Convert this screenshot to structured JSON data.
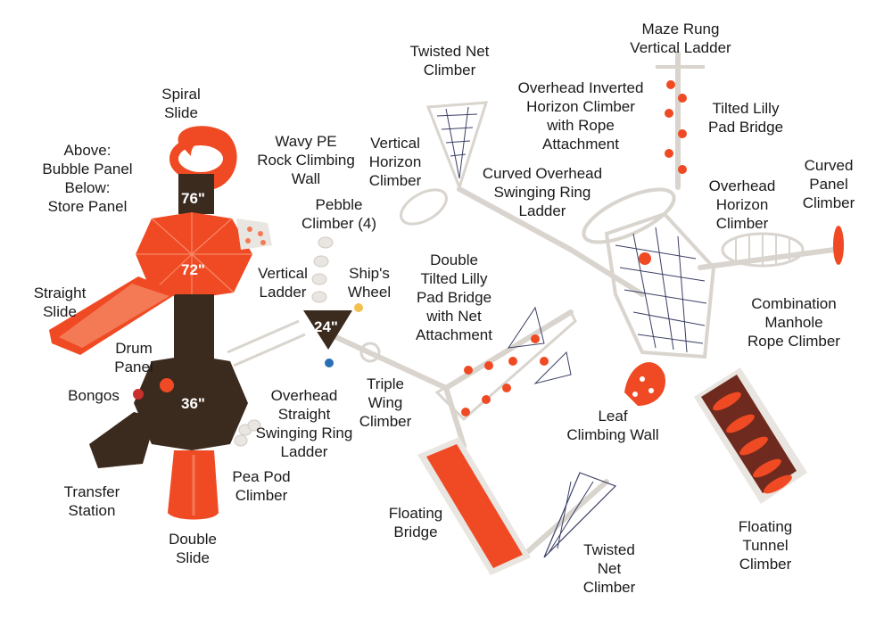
{
  "colors": {
    "orange": "#ef4a23",
    "orange_light": "#f47a55",
    "deck_brown": "#3b2a1e",
    "frame_white": "#e9e5e0",
    "net_navy": "#3a3f63"
  },
  "deck_heights": {
    "spiral_deck": "76\"",
    "roof_deck": "72\"",
    "small_deck": "24\"",
    "lower_deck": "36\""
  },
  "labels": {
    "spiral_slide": "Spiral\nSlide",
    "bubble_store_panel": "Above:\nBubble Panel\nBelow:\nStore Panel",
    "straight_slide": "Straight\nSlide",
    "drum_panel": "Drum\nPanel",
    "bongos": "Bongos",
    "transfer_station": "Transfer\nStation",
    "double_slide": "Double\nSlide",
    "pea_pod_climber": "Pea Pod\nClimber",
    "wavy_pe_rock_wall": "Wavy PE\nRock Climbing\nWall",
    "pebble_climber": "Pebble\nClimber (4)",
    "vertical_ladder": "Vertical\nLadder",
    "ships_wheel": "Ship's\nWheel",
    "overhead_straight_ring_ladder": "Overhead\nStraight\nSwinging Ring\nLadder",
    "triple_wing_climber": "Triple\nWing\nClimber",
    "double_tilted_lilly_pad": "Double\nTilted Lilly\nPad Bridge\nwith Net\nAttachment",
    "twisted_net_climber_top": "Twisted Net\nClimber",
    "vertical_horizon_climber": "Vertical\nHorizon\nClimber",
    "curved_overhead_ring_ladder": "Curved Overhead\nSwinging Ring\nLadder",
    "overhead_inverted_horizon": "Overhead Inverted\nHorizon Climber\nwith Rope\nAttachment",
    "maze_rung_ladder": "Maze Rung\nVertical Ladder",
    "tilted_lilly_pad_bridge": "Tilted Lilly\nPad Bridge",
    "overhead_horizon_climber": "Overhead\nHorizon\nClimber",
    "curved_panel_climber": "Curved\nPanel\nClimber",
    "combination_manhole": "Combination\nManhole\nRope Climber",
    "leaf_climbing_wall": "Leaf\nClimbing Wall",
    "floating_bridge": "Floating\nBridge",
    "twisted_net_climber_bottom": "Twisted\nNet\nClimber",
    "floating_tunnel_climber": "Floating\nTunnel\nClimber"
  }
}
